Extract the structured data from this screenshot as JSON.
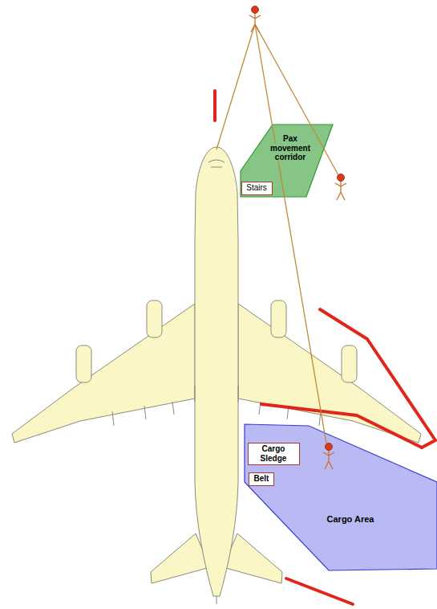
{
  "diagram": {
    "nodes": [
      {
        "text": [
          "Pax movement corridor"
        ]
      },
      {
        "text": [
          "Stairs"
        ]
      },
      {
        "text": [
          "Cargo Area"
        ]
      },
      {
        "text": [
          "Cargo Sledge"
        ],
        "in": 2
      },
      {
        "text": [
          "Belt"
        ],
        "in": 2
      }
    ]
  }
}
